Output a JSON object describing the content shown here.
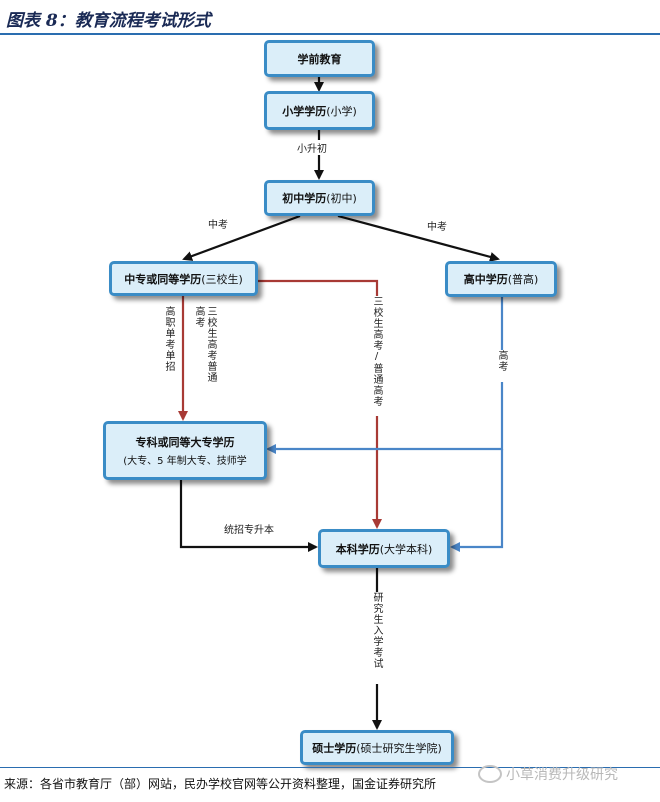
{
  "title": "图表 8：教育流程考试形式",
  "nodes": {
    "preschool": {
      "main": "学前教育"
    },
    "primary": {
      "main": "小学学历",
      "sub": "(小学)"
    },
    "junior": {
      "main": "初中学历",
      "sub": "(初中)"
    },
    "secondary_vocational": {
      "main": "中专或同等学历",
      "sub": "(三校生)"
    },
    "high_school": {
      "main": "高中学历",
      "sub": "(普高)"
    },
    "college": {
      "main": "专科或同等大专学历",
      "sub": "(大专、5 年制大专、技师学"
    },
    "bachelor": {
      "main": "本科学历",
      "sub": "(大学本科)"
    },
    "master": {
      "main": "硕士学历",
      "sub": "(硕士研究生学院)"
    }
  },
  "labels": {
    "primary_to_junior": "小升初",
    "junior_left": "中考",
    "junior_right": "中考",
    "vocational_single": "高职单考单招",
    "vocational_general": "三校生高考普通高考",
    "sanxiao_exam": "三校生高考/普通高考",
    "gaokao": "高考",
    "upgrade": "统招专升本",
    "postgrad": "研究生入学考试"
  },
  "footer": "来源：各省市教育厅（部）网站，民办学校官网等公开资料整理，国金证券研究所",
  "watermark": "小草消费升级研究",
  "colors": {
    "box_fill": "#dbeef9",
    "box_border": "#3a8cc6",
    "black_arrow": "#111111",
    "red_arrow": "#a83a35",
    "blue_arrow": "#4a86c8"
  }
}
